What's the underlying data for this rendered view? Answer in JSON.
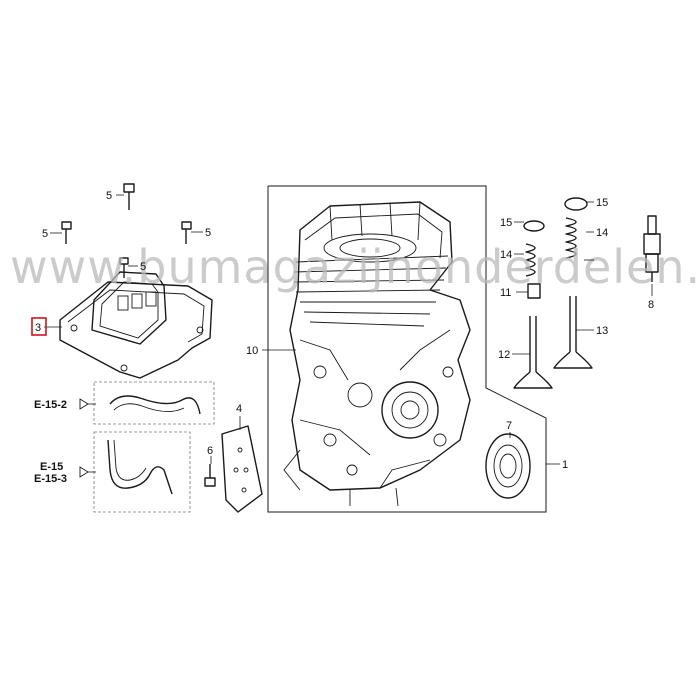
{
  "watermark": "www.bumagazijnonderdelen.nl",
  "callouts": {
    "c1": "1",
    "c3": "3",
    "c4": "4",
    "c5a": "5",
    "c5b": "5",
    "c5c": "5",
    "c5d": "5",
    "c6": "6",
    "c7": "7",
    "c8": "8",
    "c10": "10",
    "c11": "11",
    "c12": "12",
    "c13": "13",
    "c14a": "14",
    "c14b": "14",
    "c15a": "15",
    "c15b": "15"
  },
  "refs": {
    "r1": "E-15-2",
    "r2a": "E-15",
    "r2b": "E-15-3"
  },
  "colors": {
    "highlight": "#d0141e",
    "watermark": "#b9b9b9",
    "line": "#1a1a1a"
  }
}
